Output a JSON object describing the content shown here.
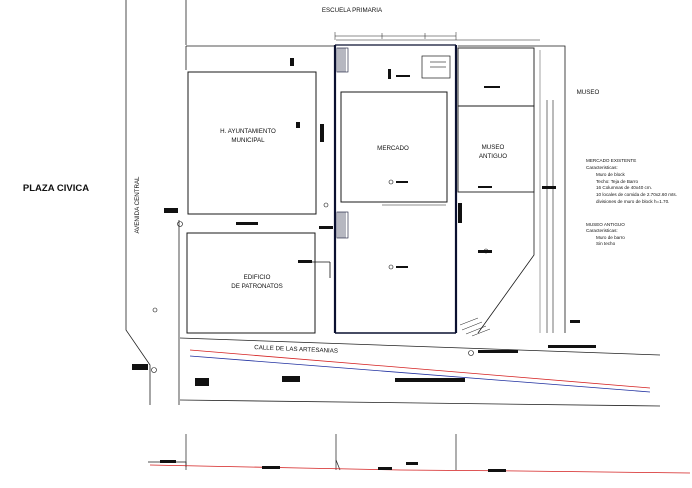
{
  "plan": {
    "labels": {
      "escuela_primaria": "ESCUELA PRIMARIA",
      "museo": "MUSEO",
      "plaza_civica": "PLAZA CIVICA",
      "avenida_central": "AVENIDA CENTRAL",
      "calle_artesanias": "CALLE DE LAS ARTESANIAS",
      "ayuntamiento_line1": "H. AYUNTAMIENTO",
      "ayuntamiento_line2": "MUNICIPAL",
      "mercado": "MERCADO",
      "museo_antiguo_line1": "MUSEO",
      "museo_antiguo_line2": "ANTIGUO",
      "edificio_line1": "EDIFICIO",
      "edificio_line2": "DE PATRONATOS"
    },
    "notes": {
      "mercado_existente": {
        "title": "MERCADO EXISTENTE",
        "lines": [
          "Caracteristicas:",
          "Muro de block",
          "Techo: Teja de Barro",
          "16 Columnas de 40x40 cm.",
          "10 locales de comida de 2.70x2.60 mts.",
          "divisiones de muro de block h=1.70."
        ]
      },
      "museo_antiguo": {
        "title": "MUSEO ANTIGUO",
        "lines": [
          "Caracteristicas:",
          "Muro de barro",
          "Sin techo"
        ]
      }
    },
    "colors": {
      "line": "#1a1a1a",
      "wall": "#0a1030",
      "red_line": "#d42020",
      "blue_line": "#2030a0"
    }
  }
}
